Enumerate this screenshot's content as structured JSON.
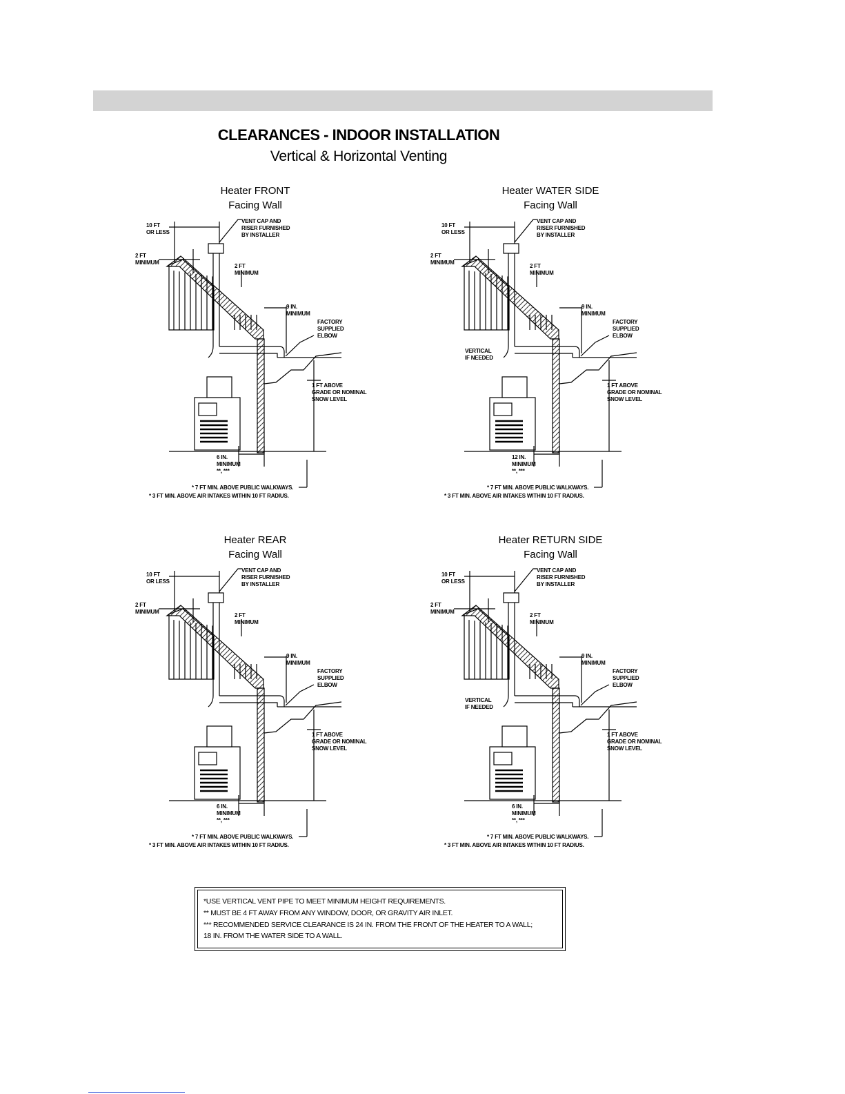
{
  "page": {
    "title": "CLEARANCES - INDOOR INSTALLATION",
    "subtitle": "Vertical & Horizontal Venting"
  },
  "panels": [
    {
      "heading_line1": "Heater FRONT",
      "heading_line2": "Facing Wall",
      "vent_cap": "VENT CAP AND\nRISER FURNISHED\nBY INSTALLER",
      "ten_ft": "10 FT\nOR LESS",
      "two_ft_left": "2 FT\nMINIMUM",
      "two_ft_right": "2 FT\nMINIMUM",
      "nine_in": "9 IN.\nMINIMUM",
      "elbow": "FACTORY\nSUPPLIED\nELBOW",
      "grade": "1 FT ABOVE\nGRADE OR NOMINAL\nSNOW LEVEL",
      "wall_clearance": "6 IN.\nMINIMUM\n**, ***",
      "walkways": "* 7 FT MIN. ABOVE PUBLIC WALKWAYS.",
      "air_intakes": "* 3 FT MIN. ABOVE AIR INTAKES WITHIN 10 FT RADIUS.",
      "vertical": ""
    },
    {
      "heading_line1": "Heater WATER SIDE",
      "heading_line2": "Facing Wall",
      "vent_cap": "VENT CAP AND\nRISER FURNISHED\nBY INSTALLER",
      "ten_ft": "10 FT\nOR LESS",
      "two_ft_left": "2 FT\nMINIMUM",
      "two_ft_right": "2 FT\nMINIMUM",
      "nine_in": "9 IN.\nMINIMUM",
      "elbow": "FACTORY\nSUPPLIED\nELBOW",
      "grade": "1 FT ABOVE\nGRADE OR NOMINAL\nSNOW LEVEL",
      "wall_clearance": "12 IN.\nMINIMUM\n**, ***",
      "walkways": "* 7 FT MIN. ABOVE PUBLIC WALKWAYS.",
      "air_intakes": "* 3 FT MIN. ABOVE AIR INTAKES WITHIN 10 FT RADIUS.",
      "vertical": "VERTICAL\nIF NEEDED"
    },
    {
      "heading_line1": "Heater REAR",
      "heading_line2": "Facing Wall",
      "vent_cap": "VENT CAP AND\nRISER FURNISHED\nBY INSTALLER",
      "ten_ft": "10 FT\nOR LESS",
      "two_ft_left": "2 FT\nMINIMUM",
      "two_ft_right": "2 FT\nMINIMUM",
      "nine_in": "9 IN.\nMINIMUM",
      "elbow": "FACTORY\nSUPPLIED\nELBOW",
      "grade": "1 FT ABOVE\nGRADE OR NOMINAL\nSNOW LEVEL",
      "wall_clearance": "6 IN.\nMINIMUM\n**, ***",
      "walkways": "* 7 FT MIN. ABOVE PUBLIC WALKWAYS.",
      "air_intakes": "* 3 FT MIN. ABOVE AIR INTAKES WITHIN 10 FT RADIUS.",
      "vertical": ""
    },
    {
      "heading_line1": "Heater RETURN SIDE",
      "heading_line2": "Facing Wall",
      "vent_cap": "VENT CAP AND\nRISER FURNISHED\nBY INSTALLER",
      "ten_ft": "10 FT\nOR LESS",
      "two_ft_left": "2 FT\nMINIMUM",
      "two_ft_right": "2 FT\nMINIMUM",
      "nine_in": "9 IN.\nMINIMUM",
      "elbow": "FACTORY\nSUPPLIED\nELBOW",
      "grade": "1 FT ABOVE\nGRADE OR NOMINAL\nSNOW LEVEL",
      "wall_clearance": "6 IN.\nMINIMUM\n**, ***",
      "walkways": "* 7 FT MIN. ABOVE PUBLIC WALKWAYS.",
      "air_intakes": "* 3 FT MIN. ABOVE AIR INTAKES WITHIN 10 FT RADIUS.",
      "vertical": "VERTICAL\nIF NEEDED"
    }
  ],
  "notes": {
    "line1": "*USE VERTICAL VENT PIPE TO MEET MINIMUM HEIGHT REQUIREMENTS.",
    "line2": "** MUST BE 4 FT AWAY FROM ANY WINDOW, DOOR, OR GRAVITY AIR INLET.",
    "line3": "*** RECOMMENDED SERVICE CLEARANCE IS 24 IN. FROM THE FRONT OF THE HEATER TO A WALL;",
    "line4": "18 IN. FROM THE WATER SIDE TO A WALL."
  }
}
